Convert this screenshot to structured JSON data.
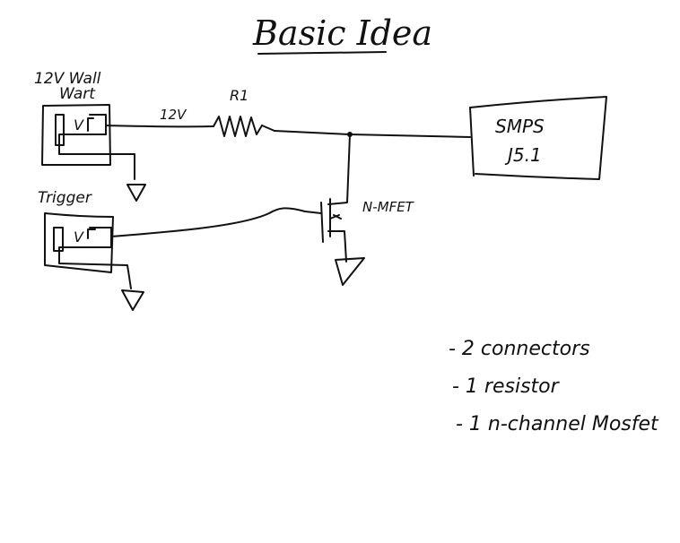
{
  "title": "Basic Idea",
  "labels": {
    "wall_wart_line1": "12V Wall",
    "wall_wart_line2": "Wart",
    "trigger": "Trigger",
    "voltage_12v": "12V",
    "resistor": "R1",
    "mosfet": "N-MFET",
    "smps_line1": "SMPS",
    "smps_line2": "J5.1",
    "connector_v": "V"
  },
  "notes": [
    "- 2 connectors",
    "- 1  resistor",
    "- 1  n-channel Mosfet"
  ]
}
